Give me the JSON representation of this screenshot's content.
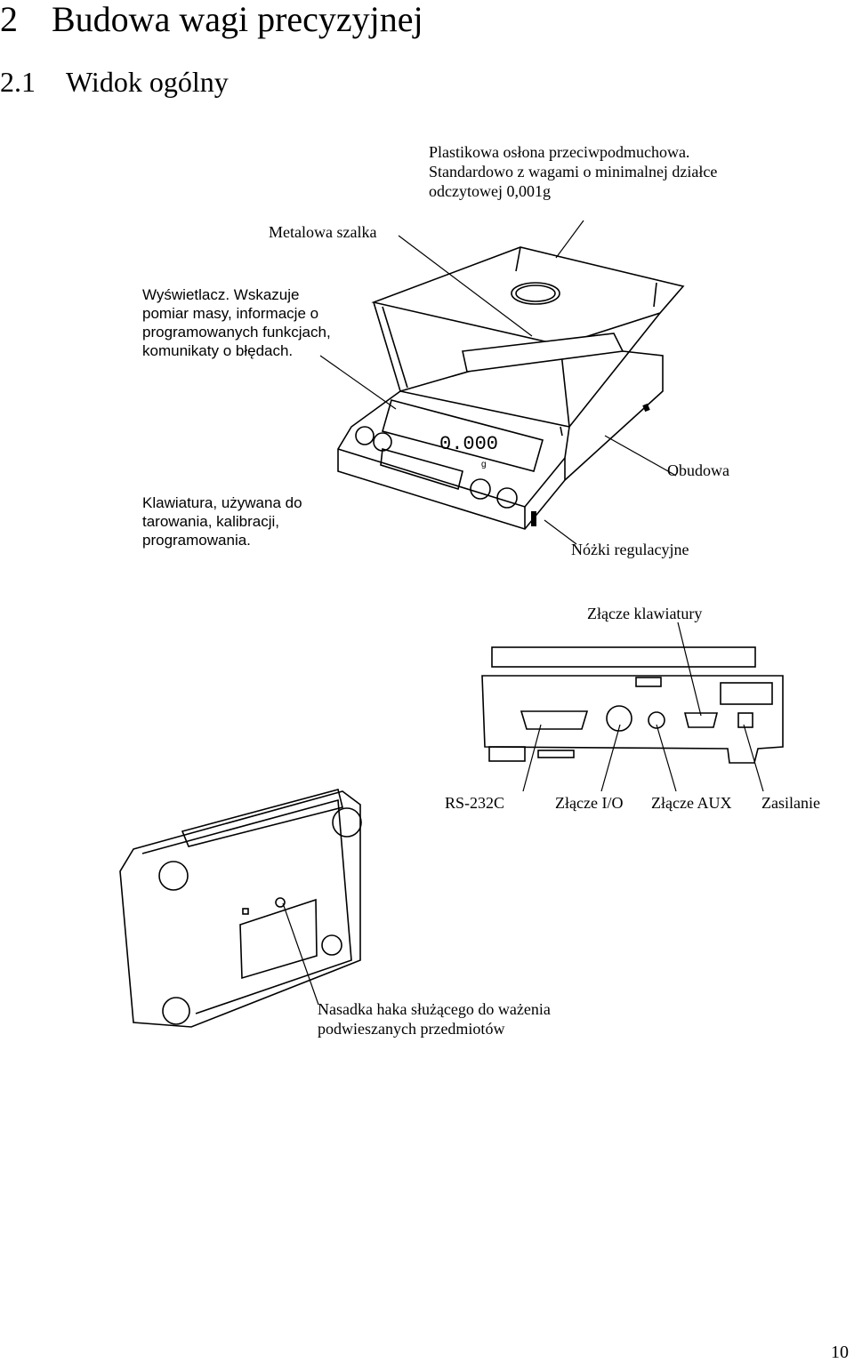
{
  "heading": {
    "number": "2",
    "title": "Budowa wagi precyzyjnej"
  },
  "subheading": {
    "number": "2.1",
    "title": "Widok ogólny"
  },
  "labels": {
    "draft_shield": [
      "Plastikowa osłona przeciwpodmuchowa.",
      "Standardowo z wagami o minimalnej działce",
      "odczytowej 0,001g"
    ],
    "pan": "Metalowa szalka",
    "display": [
      "Wyświetlacz. Wskazuje",
      "pomiar masy, informacje o",
      "programowanych funkcjach,",
      "komunikaty o błędach."
    ],
    "housing": "Obudowa",
    "keyboard": [
      "Klawiatura, używana do",
      "tarowania, kalibracji,",
      "programowania."
    ],
    "feet": "Nóżki regulacyjne",
    "keyboard_connector": "Złącze klawiatury",
    "rs232": "RS-232C",
    "io": "Złącze I/O",
    "aux": "Złącze AUX",
    "power": "Zasilanie",
    "hook": [
      "Nasadka haka służącego do ważenia",
      "podwieszanych przedmiotów"
    ]
  },
  "display_reading": "0.000",
  "display_unit": "g",
  "page_number": "10"
}
